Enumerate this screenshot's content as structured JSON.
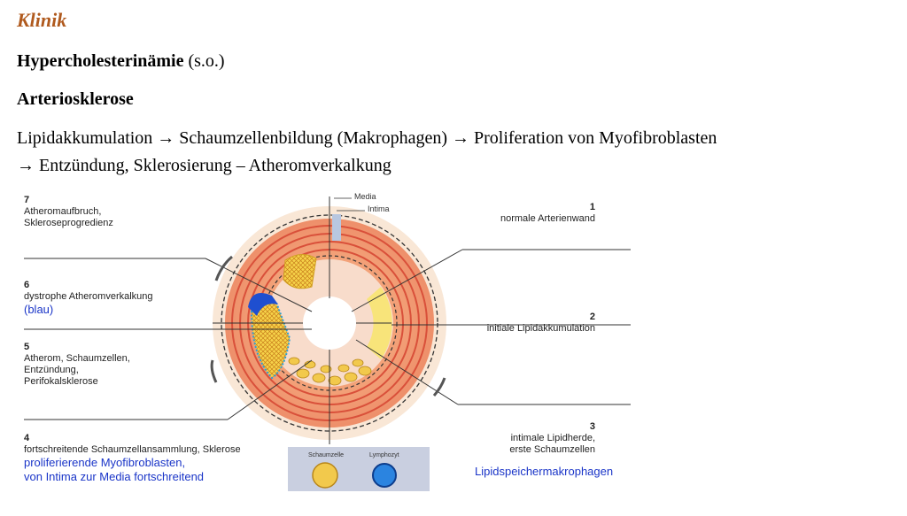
{
  "heading": "Klinik",
  "line1": {
    "bold": "Hypercholesterinämie",
    "rest": " (s.o.)"
  },
  "line2": "Arteriosklerose",
  "line3": "Lipidakkumulation → Schaumzellenbildung (Makrophagen) → Proliferation von Myofibroblasten",
  "line4": "→ Entzündung, Sklerosierung – Atheromverkalkung",
  "figure": {
    "media_label": "Media",
    "intima_label": "Intima",
    "s1_num": "1",
    "s1_text": "normale Arterienwand",
    "s2_num": "2",
    "s2_text": "initiale Lipidakkumulation",
    "s3_num": "3",
    "s3_text1": "intimale Lipidherde,",
    "s3_text2": "erste Schaumzellen",
    "s3_blue": "Lipidspeichermakrophagen",
    "s4_num": "4",
    "s4_text": "fortschreitende Schaumzellansammlung, Sklerose",
    "s4_blue1": "proliferierende Myofibroblasten,",
    "s4_blue2": "von Intima zur Media fortschreitend",
    "s5_num": "5",
    "s5_text1": "Atherom, Schaumzellen,",
    "s5_text2": "Entzündung,",
    "s5_text3": "Perifokalsklerose",
    "s6_num": "6",
    "s6_text": "dystrophe Atheromverkalkung",
    "s6_blue": "(blau)",
    "s7_num": "7",
    "s7_text1": "Atheromaufbruch,",
    "s7_text2": "Skleroseprogredienz",
    "legend_foam": "Schaumzelle",
    "legend_lymph": "Lymphozyt"
  }
}
